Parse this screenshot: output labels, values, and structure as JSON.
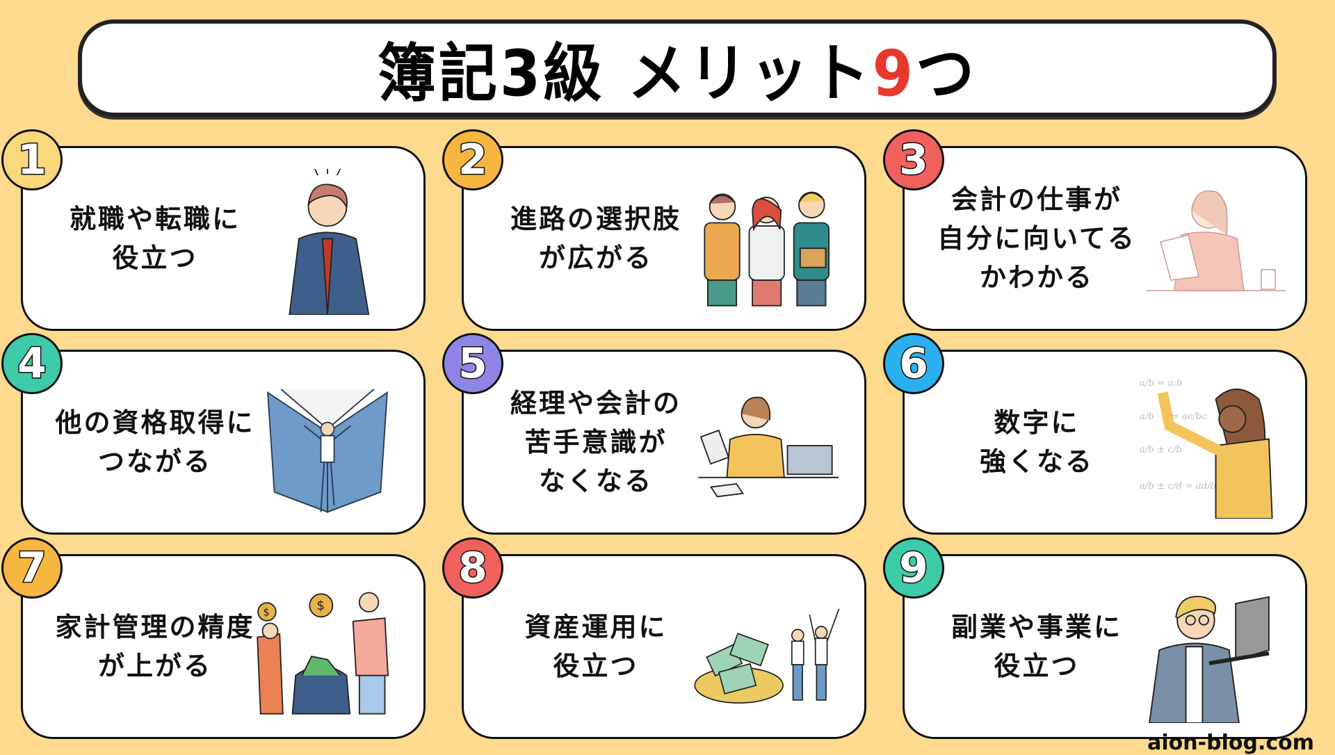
{
  "title": {
    "main": "簿記3級 メリット",
    "number": "9",
    "suffix": "つ",
    "accent_color": "#e8392e"
  },
  "background_color": "#fdda8d",
  "cards": [
    {
      "number": "1",
      "badge_color": "#f9d77a",
      "lines": [
        "就職や転職に",
        "役立つ"
      ],
      "illustration": "businessman-adjusting-tie"
    },
    {
      "number": "2",
      "badge_color": "#f6b640",
      "lines": [
        "進路の選択肢",
        "が広がる"
      ],
      "illustration": "three-students-with-books"
    },
    {
      "number": "3",
      "badge_color": "#f0605c",
      "lines": [
        "会計の仕事が",
        "自分に向いてる",
        "かわかる"
      ],
      "illustration": "woman-reading-document"
    },
    {
      "number": "4",
      "badge_color": "#3ecba8",
      "lines": [
        "他の資格取得に",
        "つながる"
      ],
      "illustration": "person-flying-with-book"
    },
    {
      "number": "5",
      "badge_color": "#8d86e6",
      "lines": [
        "経理や会計の",
        "苦手意識が",
        "なくなる"
      ],
      "illustration": "woman-with-laptop-headset"
    },
    {
      "number": "6",
      "badge_color": "#2ab0ee",
      "lines": [
        "数字に",
        "強くなる"
      ],
      "illustration": "woman-writing-math-on-board"
    },
    {
      "number": "7",
      "badge_color": "#f6b640",
      "lines": [
        "家計管理の精度",
        "が上がる"
      ],
      "illustration": "family-with-coins-and-money"
    },
    {
      "number": "8",
      "badge_color": "#f0605c",
      "lines": [
        "資産運用に",
        "役立つ"
      ],
      "illustration": "money-pile-and-cheering-couple"
    },
    {
      "number": "9",
      "badge_color": "#3ecba8",
      "lines": [
        "副業や事業に",
        "役立つ"
      ],
      "illustration": "man-with-laptop"
    }
  ],
  "watermark": "aion-blog.com"
}
